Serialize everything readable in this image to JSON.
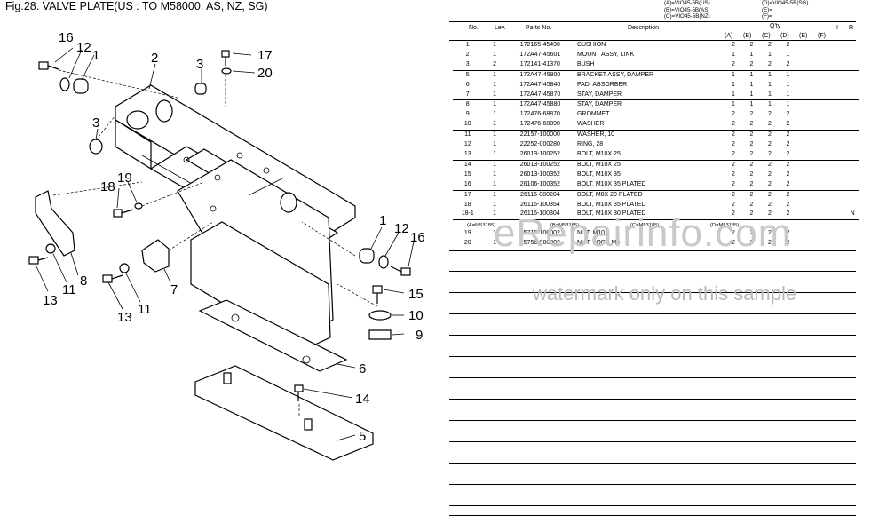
{
  "figure_title": "Fig.28.  VALVE PLATE(US : TO M58000, AS, NZ, SG)",
  "model_notes": {
    "left": [
      "(A)=VIO45-5B(US)",
      "(B)=VIO45-5B(AS)",
      "(C)=VIO45-5B(NZ)"
    ],
    "right": [
      "(D)=VIO45-5B(SG)",
      "(E)=",
      "(F)="
    ]
  },
  "table": {
    "headers": {
      "no": "No.",
      "lev": "Lev.",
      "parts_no": "Parts No.",
      "description": "Description",
      "qty": "Q'ty",
      "a": "(A)",
      "b": "(B)",
      "c": "(C)",
      "d": "(D)",
      "e": "(E)",
      "f": "(F)",
      "i": "I",
      "r": "R"
    },
    "rows": [
      {
        "no": "1",
        "lev": "1",
        "pn": "172165-45490",
        "desc": "CUSHION",
        "a": "2",
        "b": "2",
        "c": "2",
        "d": "2",
        "r": ""
      },
      {
        "no": "2",
        "lev": "1",
        "pn": "172A47-45601",
        "desc": "MOUNT ASSY, LINK",
        "a": "1",
        "b": "1",
        "c": "1",
        "d": "1",
        "r": ""
      },
      {
        "no": "3",
        "lev": "2",
        "pn": "172141-41370",
        "desc": "BUSH",
        "a": "2",
        "b": "2",
        "c": "2",
        "d": "2",
        "r": ""
      },
      {
        "no": "5",
        "lev": "1",
        "pn": "172A47-45800",
        "desc": "BRACKET ASSY, DAMPER",
        "a": "1",
        "b": "1",
        "c": "1",
        "d": "1",
        "r": ""
      },
      {
        "no": "6",
        "lev": "1",
        "pn": "172A47-45840",
        "desc": "PAD, ABSORBER",
        "a": "1",
        "b": "1",
        "c": "1",
        "d": "1",
        "r": ""
      },
      {
        "no": "7",
        "lev": "1",
        "pn": "172A47-45870",
        "desc": "STAY, DAMPER",
        "a": "1",
        "b": "1",
        "c": "1",
        "d": "1",
        "r": ""
      },
      {
        "no": "8",
        "lev": "1",
        "pn": "172A47-45880",
        "desc": "STAY, DAMPER",
        "a": "1",
        "b": "1",
        "c": "1",
        "d": "1",
        "r": ""
      },
      {
        "no": "9",
        "lev": "1",
        "pn": "172476-68870",
        "desc": "GROMMET",
        "a": "2",
        "b": "2",
        "c": "2",
        "d": "2",
        "r": ""
      },
      {
        "no": "10",
        "lev": "1",
        "pn": "172476-68890",
        "desc": "WASHER",
        "a": "2",
        "b": "2",
        "c": "2",
        "d": "2",
        "r": ""
      },
      {
        "no": "11",
        "lev": "1",
        "pn": "22157-100000",
        "desc": "WASHER, 10",
        "a": "2",
        "b": "2",
        "c": "2",
        "d": "2",
        "r": ""
      },
      {
        "no": "12",
        "lev": "1",
        "pn": "22252-000280",
        "desc": "RING, 28",
        "a": "2",
        "b": "2",
        "c": "2",
        "d": "2",
        "r": ""
      },
      {
        "no": "13",
        "lev": "1",
        "pn": "26013-100252",
        "desc": "BOLT, M10X 25",
        "a": "2",
        "b": "2",
        "c": "2",
        "d": "2",
        "r": ""
      },
      {
        "no": "14",
        "lev": "1",
        "pn": "26013-100252",
        "desc": "BOLT, M10X 25",
        "a": "2",
        "b": "2",
        "c": "2",
        "d": "2",
        "r": ""
      },
      {
        "no": "15",
        "lev": "1",
        "pn": "26013-100352",
        "desc": "BOLT, M10X 35",
        "a": "2",
        "b": "2",
        "c": "2",
        "d": "2",
        "r": ""
      },
      {
        "no": "16",
        "lev": "1",
        "pn": "26106-100352",
        "desc": "BOLT, M10X 35 PLATED",
        "a": "2",
        "b": "2",
        "c": "2",
        "d": "2",
        "r": ""
      },
      {
        "no": "17",
        "lev": "1",
        "pn": "26116-080204",
        "desc": "BOLT, M8X 20 PLATED",
        "a": "2",
        "b": "2",
        "c": "2",
        "d": "2",
        "r": ""
      },
      {
        "no": "18",
        "lev": "1",
        "pn": "26116-100354",
        "desc": "BOLT, M10X 35 PLATED",
        "a": "2",
        "b": "2",
        "c": "2",
        "d": "2",
        "r": ""
      },
      {
        "no": "18-1",
        "lev": "1",
        "pn": "26116-100304",
        "desc": "BOLT, M10X 30 PLATED",
        "a": "2",
        "b": "2",
        "c": "2",
        "d": "2",
        "r": "N"
      },
      {
        "no": "19",
        "lev": "1",
        "pn": "25716-100002",
        "desc": "NUT, M10",
        "a": "2",
        "b": "2",
        "c": "2",
        "d": "2",
        "r": ""
      },
      {
        "no": "20",
        "lev": "1",
        "pn": "25756-080002",
        "desc": "NUT, LOCK M8",
        "a": "2",
        "b": "2",
        "c": "2",
        "d": "2",
        "r": ""
      }
    ],
    "serial_notes": [
      "(A=M53185)",
      "(B=M53185)",
      "(C=M53185)",
      "(D=M53185)"
    ]
  },
  "callouts": {
    "c16a": "16",
    "c12a": "12",
    "c1a": "1",
    "c2": "2",
    "c3a": "3",
    "c17": "17",
    "c20": "20",
    "c3b": "3",
    "c19": "19",
    "c18": "18",
    "c1b": "1",
    "c12b": "12",
    "c16b": "16",
    "c8": "8",
    "c11a": "11",
    "c13a": "13",
    "c7": "7",
    "c11b": "11",
    "c13b": "13",
    "c15": "15",
    "c10": "10",
    "c9": "9",
    "c6": "6",
    "c14": "14",
    "c5": "5"
  },
  "watermark": {
    "main": "eRepairinfo.com",
    "sample": "watermark only on this sample"
  }
}
